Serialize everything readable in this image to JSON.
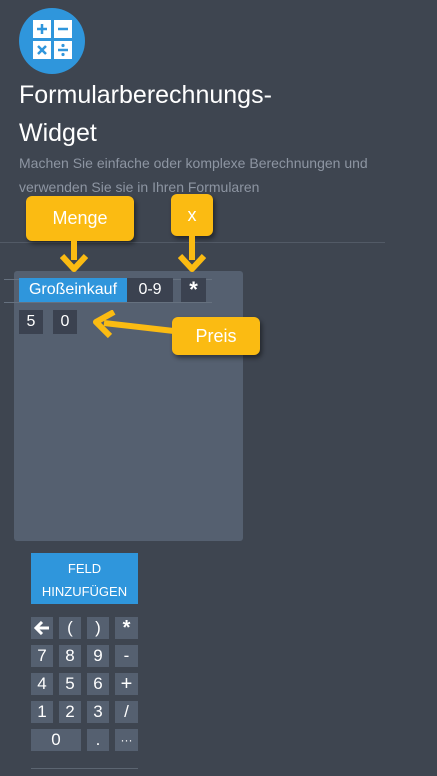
{
  "header": {
    "title": "Formularberechnungs-Widget",
    "description": "Machen Sie einfache oder komplexe Berechnungen und verwenden Sie sie in Ihren Formularen",
    "icon": "calculator-icon",
    "icon_color": "#2f96dc"
  },
  "callouts": {
    "menge": "Menge",
    "x": "x",
    "preis": "Preis",
    "color": "#fbbb12"
  },
  "formula": {
    "field": "Großeinkauf",
    "range": "0-9",
    "operator": "*",
    "digit1": "5",
    "digit2": "0"
  },
  "add_field": {
    "line1": "FELD",
    "line2": "HINZUFÜGEN"
  },
  "keypad": {
    "row1": [
      "⬅",
      "(",
      ")",
      "*"
    ],
    "row2": [
      "7",
      "8",
      "9",
      "-"
    ],
    "row3": [
      "4",
      "5",
      "6",
      "+"
    ],
    "row4": [
      "1",
      "2",
      "3",
      "/"
    ],
    "row5": [
      "0",
      ".",
      "···"
    ]
  }
}
